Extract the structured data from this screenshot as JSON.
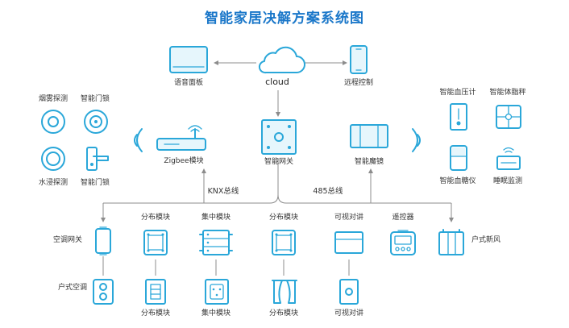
{
  "title": "智能家居决解方案系统图",
  "cloud": "cloud",
  "top": {
    "voice_panel": "语音面板",
    "remote": "远程控制"
  },
  "left": {
    "smoke": "烟雾探测",
    "lock1": "智能门锁",
    "water": "水浸探测",
    "lock2": "智能门锁"
  },
  "right": {
    "bp": "智能血压计",
    "scale": "智能体脂秤",
    "glucose": "智能血糖仪",
    "sleep": "睡眠监测"
  },
  "middle": {
    "zigbee": "Zigbee模块",
    "gateway": "智能网关",
    "mirror": "智能魔镜"
  },
  "bus": {
    "knx": "KNX总线",
    "rs485": "485总线"
  },
  "row1": {
    "ac_gateway": "空调网关",
    "dist1": "分布模块",
    "central": "集中模块",
    "dist2": "分布模块",
    "intercom": "可视对讲",
    "remote_ctrl": "遥控器",
    "fresh_air": "户式新风"
  },
  "row2": {
    "home_ac": "户式空调",
    "dist1": "分布模块",
    "central": "集中模块",
    "dist2": "分布模块",
    "intercom": "可视对讲"
  },
  "colors": {
    "accent": "#2aa7d9",
    "title": "#1a77c9",
    "line": "#8c8c8c"
  }
}
